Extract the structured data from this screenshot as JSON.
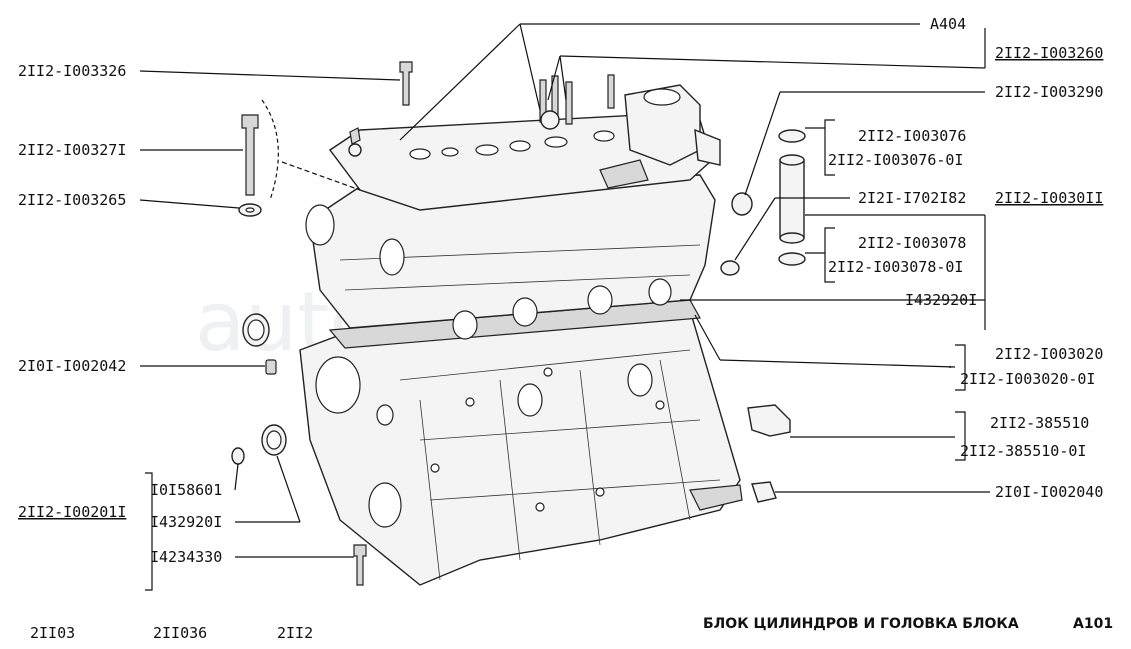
{
  "watermark": "autopiter.ru",
  "callouts": {
    "a404": "A404",
    "p3326": "2II2-I003326",
    "p3260": "2II2-I003260",
    "p3271": "2II2-I00327I",
    "p3290": "2II2-I003290",
    "p3265": "2II2-I003265",
    "p3076": "2II2-I003076",
    "p3076_01": "2II2-I003076-0I",
    "p1702182": "2I2I-I702I82",
    "p3011": "2II2-I0030II",
    "p3078": "2II2-I003078",
    "p3078_01": "2II2-I003078-0I",
    "p432920_top": "I432920I",
    "p2042": "2I0I-I002042",
    "p3020": "2II2-I003020",
    "p3020_01": "2II2-I003020-0I",
    "p385510": "2II2-385510",
    "p385510_01": "2II2-385510-0I",
    "p158601": "I0I58601",
    "p2011": "2II2-I00201I",
    "p432920_bottom": "I432920I",
    "p2040": "2I0I-I002040",
    "p4234330": "I4234330"
  },
  "footer": {
    "models": [
      "2II03",
      "2II036",
      "2II2"
    ],
    "title": "БЛОК ЦИЛИНДРОВ И ГОЛОВКА БЛОКА",
    "code": "A101"
  }
}
